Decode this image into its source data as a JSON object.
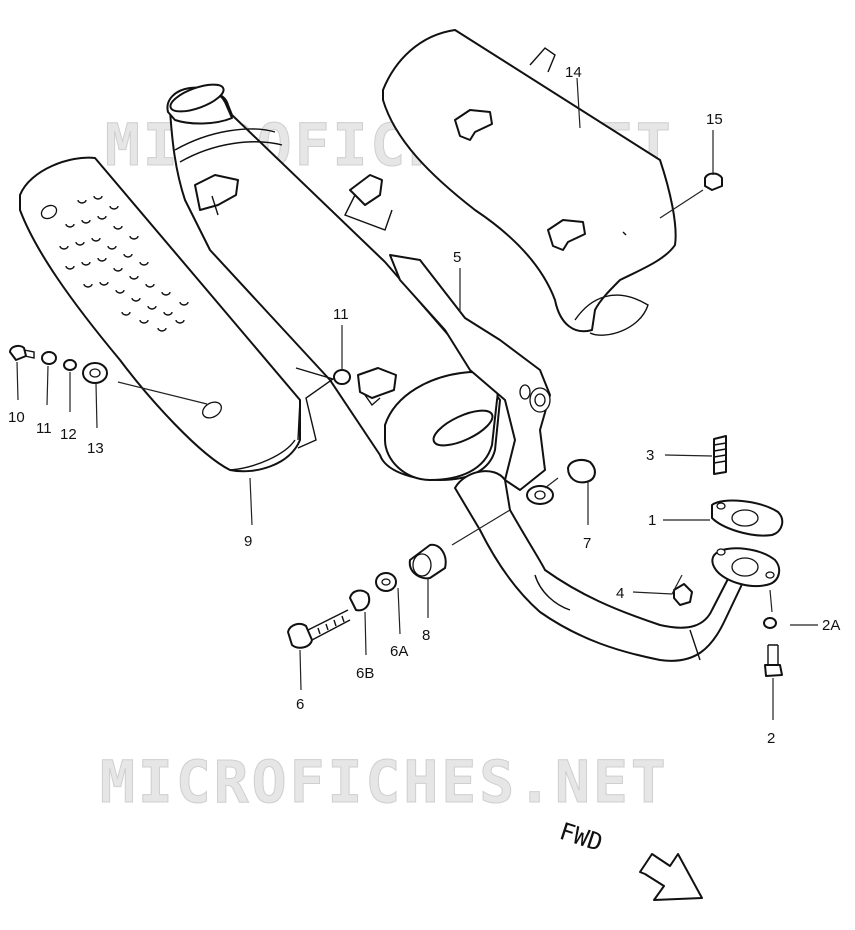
{
  "watermark": "MICROFICHES.NET",
  "direction_label": "FWD",
  "callouts": {
    "c1": "1",
    "c2": "2",
    "c2a": "2A",
    "c3": "3",
    "c4": "4",
    "c5": "5",
    "c6": "6",
    "c6a": "6A",
    "c6b": "6B",
    "c7": "7",
    "c8": "8",
    "c9": "9",
    "c10": "10",
    "c11a": "11",
    "c11b": "11",
    "c12": "12",
    "c13": "13",
    "c14": "14",
    "c15": "15"
  }
}
